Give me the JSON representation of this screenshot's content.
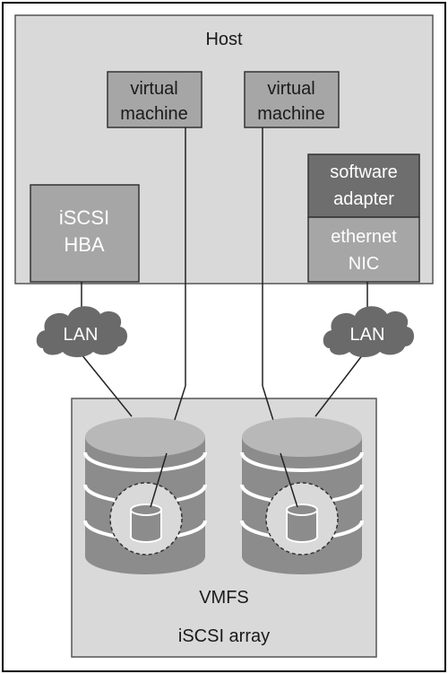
{
  "host": {
    "title": "Host",
    "vm_left": {
      "line1": "virtual",
      "line2": "machine"
    },
    "vm_right": {
      "line1": "virtual",
      "line2": "machine"
    },
    "iscsi_hba": {
      "line1": "iSCSI",
      "line2": "HBA"
    },
    "software_adapter": {
      "line1": "software",
      "line2": "adapter"
    },
    "ethernet_nic": {
      "line1": "ethernet",
      "line2": "NIC"
    }
  },
  "network": {
    "lan_left": "LAN",
    "lan_right": "LAN"
  },
  "storage": {
    "vmfs_label": "VMFS",
    "array_label": "iSCSI array"
  },
  "colors": {
    "host_fill": "#d9d9d9",
    "box_fill": "#a6a6a6",
    "adapter_fill": "#6e6e6e",
    "cloud_fill": "#6a6a6a",
    "array_fill": "#d9d9d9",
    "disk_fill": "#8c8c8c",
    "text_white": "#ffffff",
    "text_dark": "#1a1a1a"
  }
}
